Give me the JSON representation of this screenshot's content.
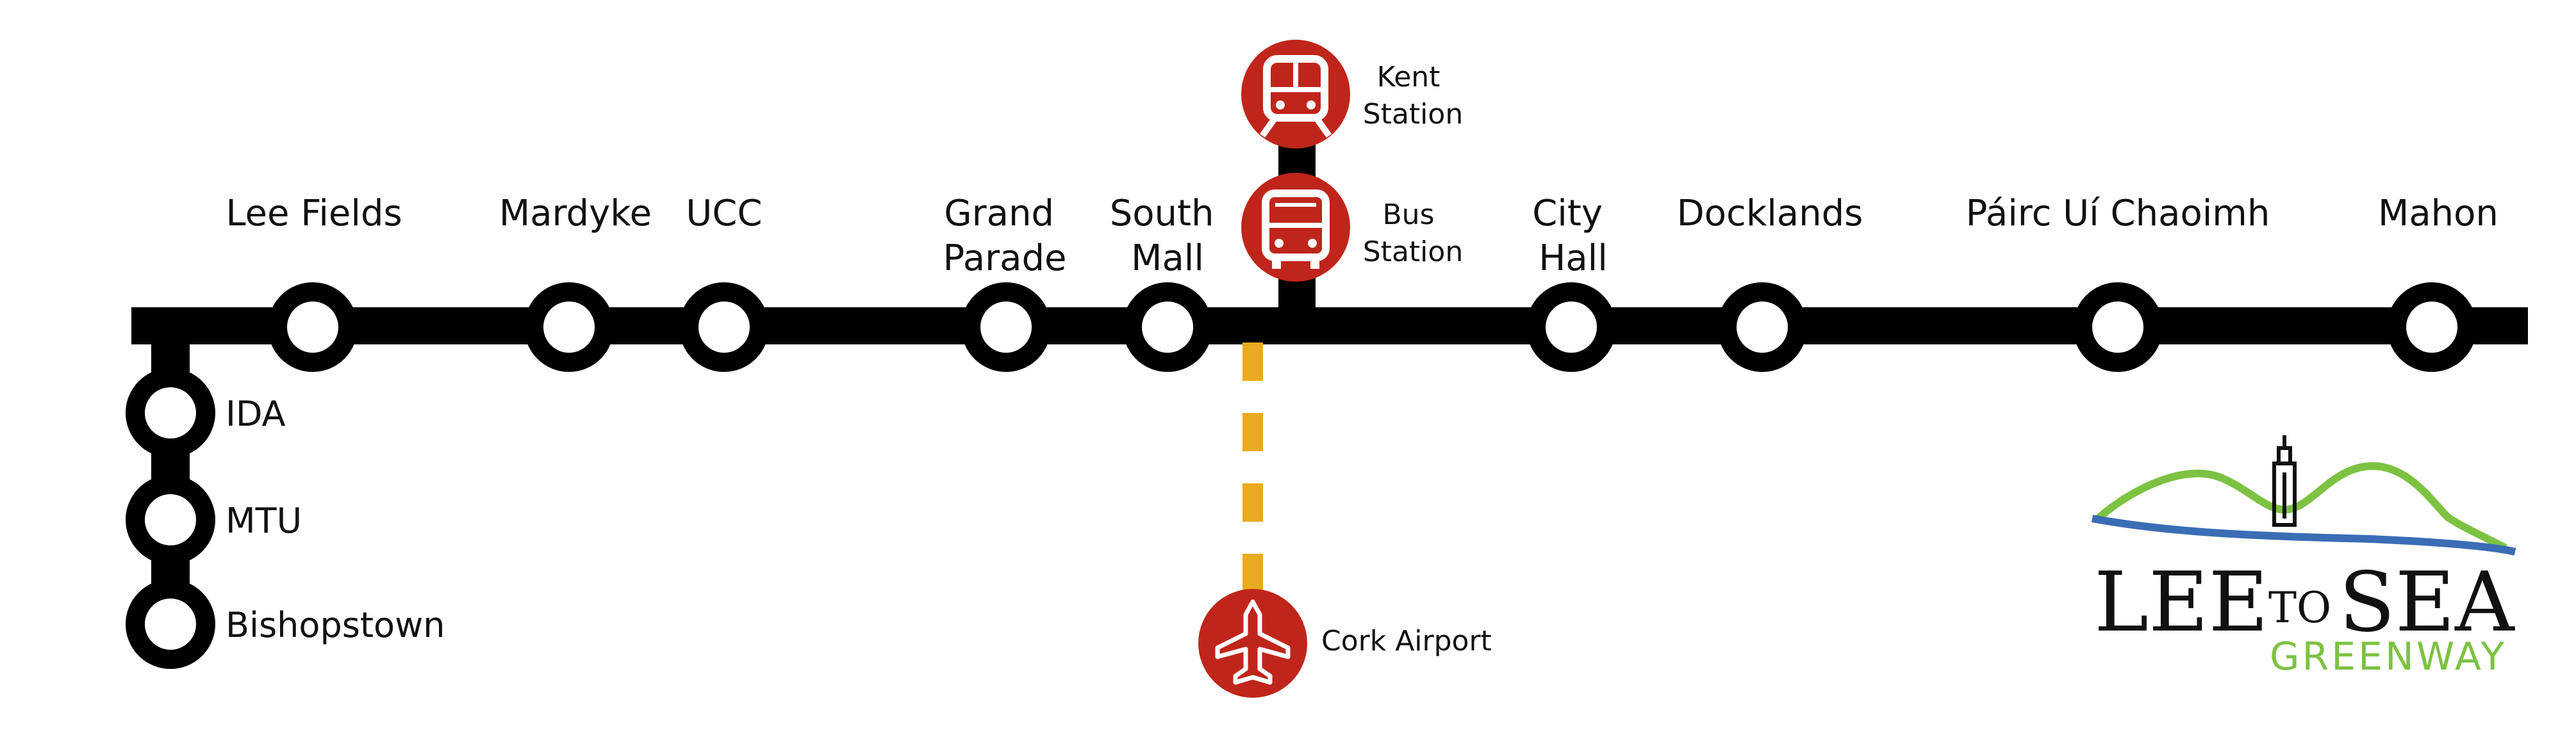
{
  "colors": {
    "line": "#000000",
    "station_fill": "#ffffff",
    "icon_red": "#c0251b",
    "dashed_link": "#e9ab1d",
    "logo_green": "#7dc242",
    "logo_blue": "#3a6db5"
  },
  "stations": [
    {
      "id": "lee-fields",
      "lines": [
        "Lee Fields"
      ]
    },
    {
      "id": "mardyke",
      "lines": [
        "Mardyke"
      ]
    },
    {
      "id": "ucc",
      "lines": [
        "UCC"
      ]
    },
    {
      "id": "grand-parade",
      "lines": [
        "Grand",
        "Parade"
      ]
    },
    {
      "id": "south-mall",
      "lines": [
        "South",
        "Mall"
      ]
    },
    {
      "id": "city-hall",
      "lines": [
        "City",
        "Hall"
      ]
    },
    {
      "id": "docklands",
      "lines": [
        "Docklands"
      ]
    },
    {
      "id": "pairc-ui-chaoimh",
      "lines": [
        "Páirc Uí Chaoimh"
      ]
    },
    {
      "id": "mahon",
      "lines": [
        "Mahon"
      ]
    }
  ],
  "branch": [
    {
      "id": "ida",
      "label": "IDA"
    },
    {
      "id": "mtu",
      "label": "MTU"
    },
    {
      "id": "bishopstown",
      "label": "Bishopstown"
    }
  ],
  "hubs": [
    {
      "id": "kent-station",
      "icon": "train-icon",
      "lines": [
        "Kent",
        "Station"
      ]
    },
    {
      "id": "bus-station",
      "icon": "bus-icon",
      "lines": [
        "Bus",
        "Station"
      ]
    },
    {
      "id": "cork-airport",
      "icon": "airplane-icon",
      "lines": [
        "Cork Airport"
      ]
    }
  ],
  "logo": {
    "word1": "LEE",
    "word2": "TO",
    "word3": "SEA",
    "word4": "GREENWAY"
  }
}
